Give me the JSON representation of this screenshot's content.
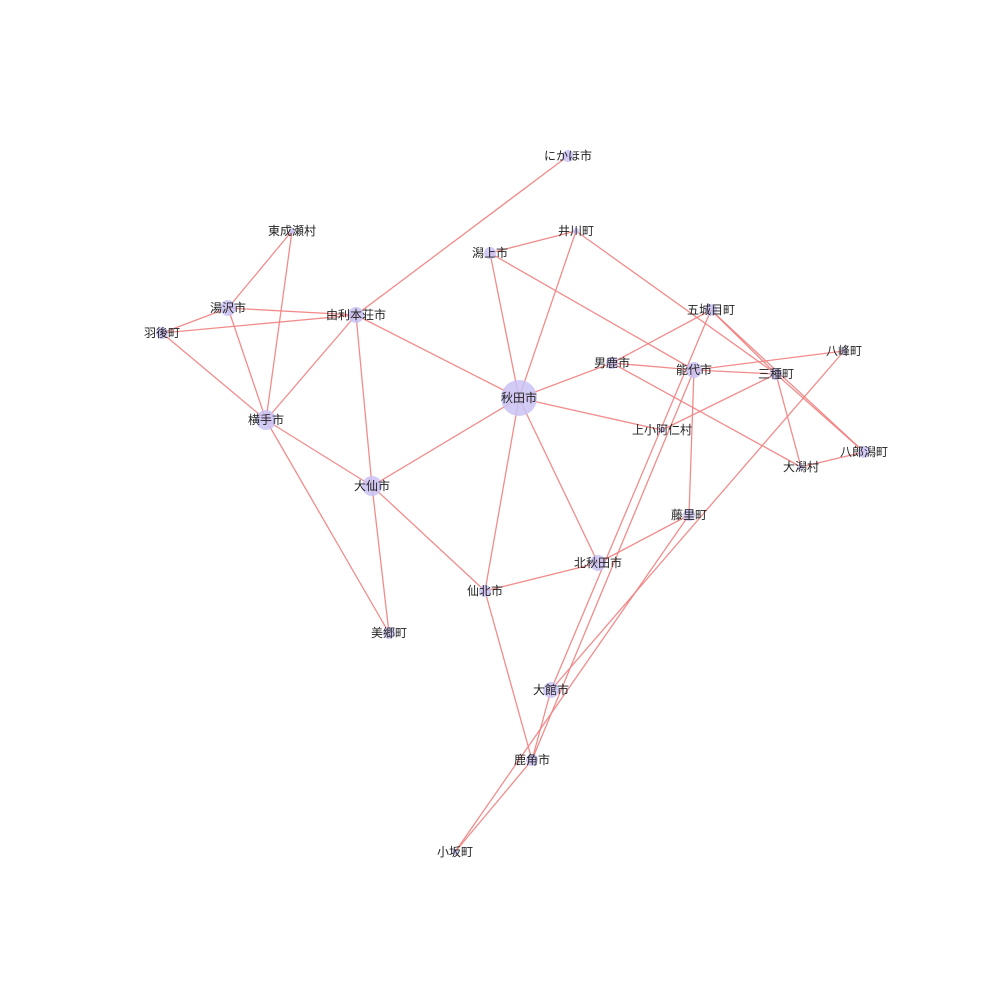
{
  "colors": {
    "edge": "#f08080",
    "node": "#c9c2f5",
    "label": "#222222"
  },
  "graph": {
    "nodes": [
      {
        "id": "akita",
        "label": "秋田市",
        "weight": 5
      },
      {
        "id": "yurihonjo",
        "label": "由利本荘市",
        "weight": 2
      },
      {
        "id": "yokote",
        "label": "横手市",
        "weight": 3
      },
      {
        "id": "daisen",
        "label": "大仙市",
        "weight": 3
      },
      {
        "id": "yuzawa",
        "label": "湯沢市",
        "weight": 2
      },
      {
        "id": "ugo",
        "label": "羽後町",
        "weight": 1
      },
      {
        "id": "higashinaruse",
        "label": "東成瀬村",
        "weight": 0
      },
      {
        "id": "misato",
        "label": "美郷町",
        "weight": 1
      },
      {
        "id": "semboku",
        "label": "仙北市",
        "weight": 1
      },
      {
        "id": "kitaakita",
        "label": "北秋田市",
        "weight": 2
      },
      {
        "id": "odate",
        "label": "大館市",
        "weight": 2
      },
      {
        "id": "kazuno",
        "label": "鹿角市",
        "weight": 1
      },
      {
        "id": "kosaka",
        "label": "小坂町",
        "weight": 0
      },
      {
        "id": "fujisato",
        "label": "藤里町",
        "weight": 1
      },
      {
        "id": "noshiro",
        "label": "能代市",
        "weight": 2
      },
      {
        "id": "mitane",
        "label": "三種町",
        "weight": 1
      },
      {
        "id": "happo",
        "label": "八峰町",
        "weight": 0
      },
      {
        "id": "hachirogata",
        "label": "八郎潟町",
        "weight": 1
      },
      {
        "id": "ogata",
        "label": "大潟村",
        "weight": 0
      },
      {
        "id": "kamikoani",
        "label": "上小阿仁村",
        "weight": 0
      },
      {
        "id": "oga",
        "label": "男鹿市",
        "weight": 1
      },
      {
        "id": "gojome",
        "label": "五城目町",
        "weight": 1
      },
      {
        "id": "ikawa",
        "label": "井川町",
        "weight": 0
      },
      {
        "id": "katagami",
        "label": "潟上市",
        "weight": 1
      },
      {
        "id": "nikaho",
        "label": "にかほ市",
        "weight": 1
      }
    ],
    "edges": [
      [
        "akita",
        "yurihonjo"
      ],
      [
        "akita",
        "daisen"
      ],
      [
        "akita",
        "semboku"
      ],
      [
        "akita",
        "kitaakita"
      ],
      [
        "akita",
        "katagami"
      ],
      [
        "akita",
        "ikawa"
      ],
      [
        "akita",
        "oga"
      ],
      [
        "akita",
        "kamikoani"
      ],
      [
        "yurihonjo",
        "nikaho"
      ],
      [
        "yurihonjo",
        "yuzawa"
      ],
      [
        "yurihonjo",
        "ugo"
      ],
      [
        "yurihonjo",
        "yokote"
      ],
      [
        "yurihonjo",
        "daisen"
      ],
      [
        "yuzawa",
        "ugo"
      ],
      [
        "yuzawa",
        "higashinaruse"
      ],
      [
        "yuzawa",
        "yokote"
      ],
      [
        "ugo",
        "yokote"
      ],
      [
        "higashinaruse",
        "yokote"
      ],
      [
        "yokote",
        "daisen"
      ],
      [
        "yokote",
        "misato"
      ],
      [
        "daisen",
        "misato"
      ],
      [
        "daisen",
        "semboku"
      ],
      [
        "semboku",
        "kitaakita"
      ],
      [
        "semboku",
        "kazuno"
      ],
      [
        "kitaakita",
        "fujisato"
      ],
      [
        "katagami",
        "ikawa"
      ],
      [
        "katagami",
        "noshiro"
      ],
      [
        "ikawa",
        "mitane"
      ],
      [
        "oga",
        "gojome"
      ],
      [
        "oga",
        "noshiro"
      ],
      [
        "oga",
        "ogata"
      ],
      [
        "gojome",
        "mitane"
      ],
      [
        "gojome",
        "hachirogata"
      ],
      [
        "gojome",
        "odate"
      ],
      [
        "noshiro",
        "mitane"
      ],
      [
        "noshiro",
        "happo"
      ],
      [
        "noshiro",
        "fujisato"
      ],
      [
        "noshiro",
        "kazuno"
      ],
      [
        "mitane",
        "ogata"
      ],
      [
        "mitane",
        "hachirogata"
      ],
      [
        "mitane",
        "kamikoani"
      ],
      [
        "hachirogata",
        "ogata"
      ],
      [
        "happo",
        "odate"
      ],
      [
        "fujisato",
        "kosaka"
      ],
      [
        "odate",
        "kazuno"
      ],
      [
        "kazuno",
        "kosaka"
      ]
    ]
  }
}
